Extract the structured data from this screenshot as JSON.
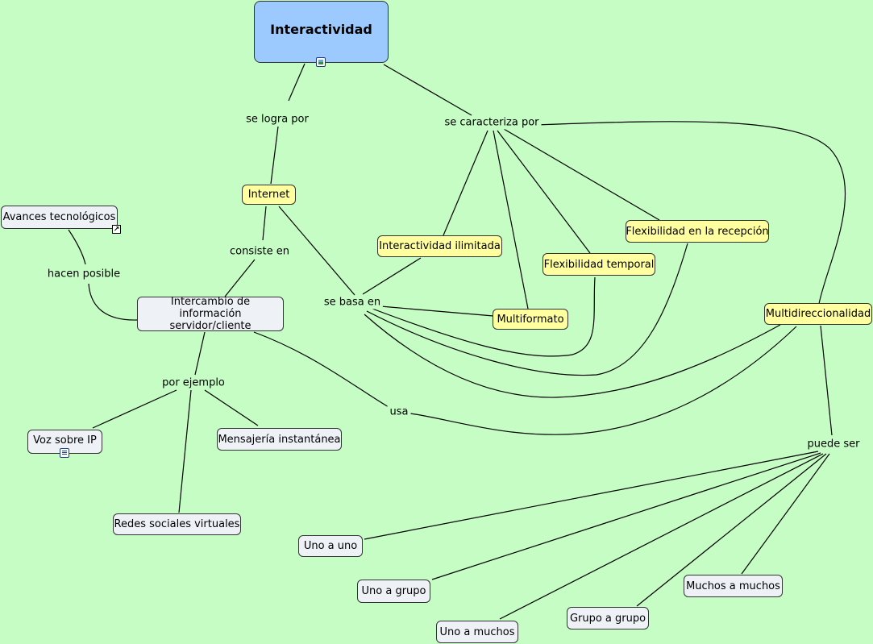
{
  "nodes": {
    "interactividad": "Interactividad",
    "internet": "Internet",
    "avances": "Avances tecnológicos",
    "interactividad_ilimitada": "Interactividad ilimitada",
    "flexibilidad_recepcion": "Flexibilidad en la recepción",
    "flexibilidad_temporal": "Flexibilidad temporal",
    "multiformato": "Multiformato",
    "multidireccionalidad": "Multidireccionalidad",
    "intercambio": "Intercambio de información servidor/cliente",
    "voz_ip": "Voz sobre IP",
    "mensajeria": "Mensajería instantánea",
    "redes_sociales": "Redes sociales virtuales",
    "uno_a_uno": "Uno a uno",
    "uno_a_grupo": "Uno a grupo",
    "uno_a_muchos": "Uno a muchos",
    "grupo_a_grupo": "Grupo a grupo",
    "muchos_a_muchos": "Muchos a muchos"
  },
  "linking_phrases": {
    "se_logra_por": "se logra por",
    "se_caracteriza_por": "se caracteriza por",
    "consiste_en": "consiste en",
    "se_basa_en": "se basa en",
    "hacen_posible": "hacen posible",
    "por_ejemplo": "por ejemplo",
    "usa": "usa",
    "puede_ser": "puede ser"
  },
  "icons": {
    "root_attachment": "image-icon",
    "voz_attachment": "document-icon",
    "avances_attachment": "shortcut-icon"
  },
  "colors": {
    "background": "#c5fdc5",
    "root_fill": "#9ccaff",
    "concept_fill": "#ffff9f",
    "secondary_fill": "#eef2f7",
    "line": "#000000"
  }
}
